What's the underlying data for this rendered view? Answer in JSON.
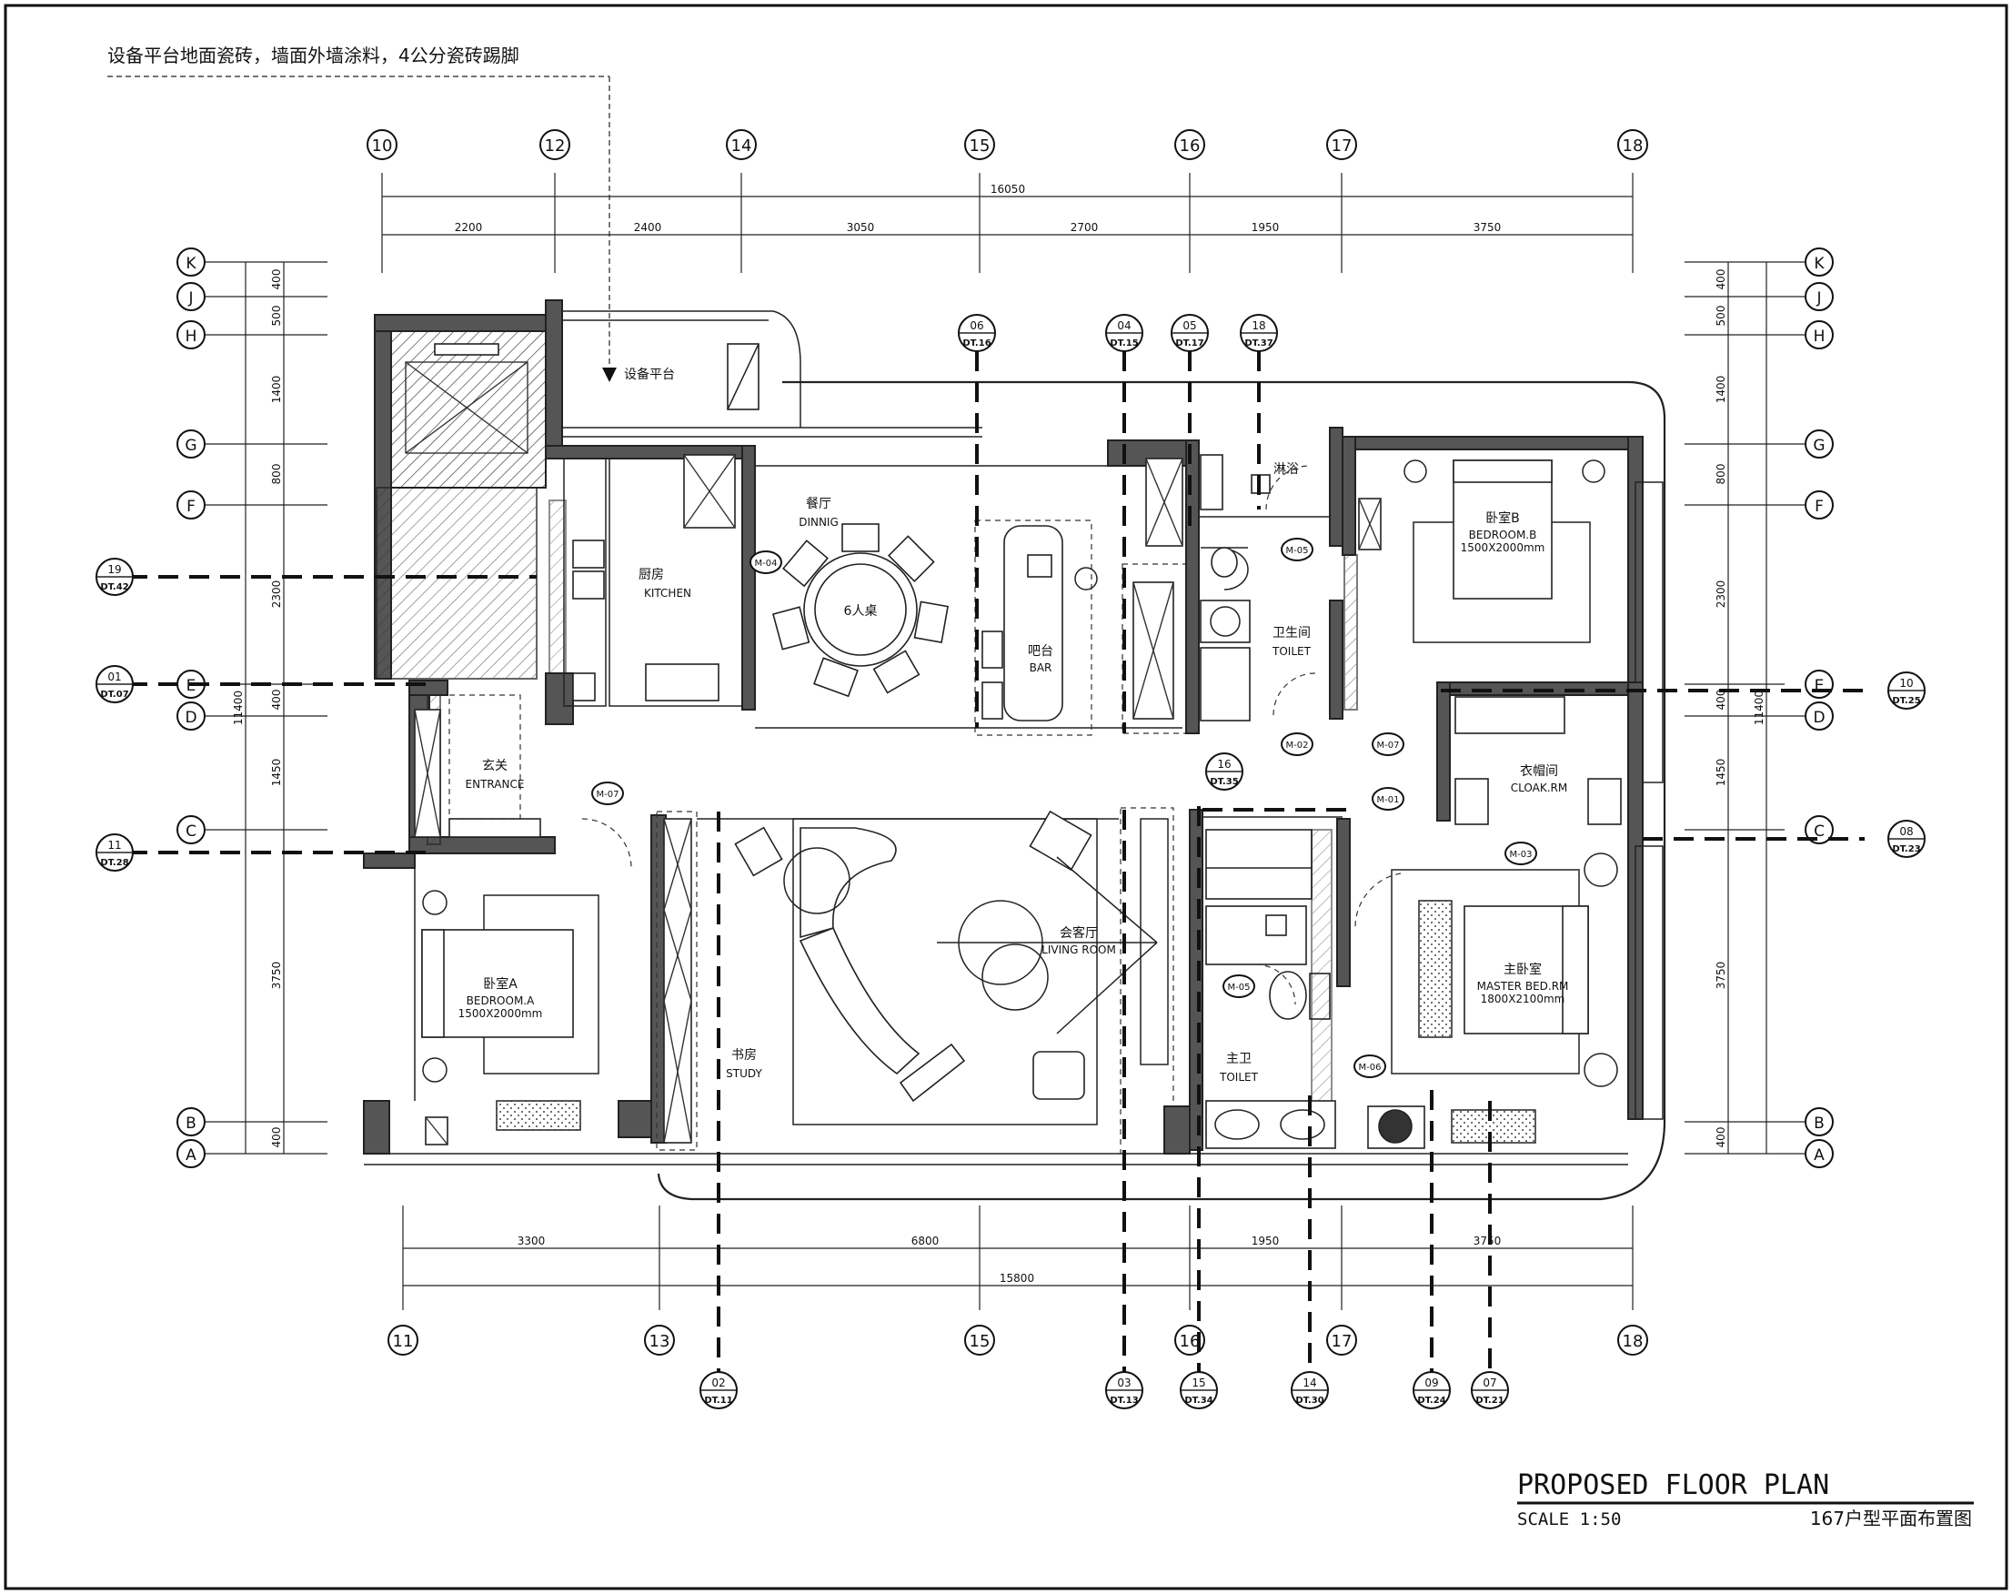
{
  "note": "设备平台地面瓷砖，墙面外墙涂料，4公分瓷砖踢脚",
  "title": {
    "main": "PROPOSED FLOOR PLAN",
    "scale": "SCALE 1:50",
    "cn": "167户型平面布置图"
  },
  "grid_top": [
    "10",
    "12",
    "14",
    "15",
    "16",
    "17",
    "18"
  ],
  "grid_bottom": [
    "11",
    "13",
    "15",
    "16",
    "17",
    "18"
  ],
  "grid_rows": [
    "K",
    "J",
    "H",
    "G",
    "F",
    "E",
    "D",
    "C",
    "B",
    "A"
  ],
  "dims_top_total": "16050",
  "dims_top": [
    "2200",
    "2400",
    "3050",
    "2700",
    "1950",
    "3750"
  ],
  "dims_bottom_total": "15800",
  "dims_bottom": [
    "3300",
    "6800",
    "1950",
    "3750"
  ],
  "dims_left_total": "11400",
  "dims_left": [
    "400",
    "500",
    "1400",
    "800",
    "2300",
    "400",
    "1450",
    "3750",
    "400"
  ],
  "dims_right_total": "11400",
  "dims_right": [
    "400",
    "500",
    "1400",
    "800",
    "2300",
    "400",
    "1450",
    "3750",
    "400"
  ],
  "sections_top": [
    {
      "num": "06",
      "ref": "DT.16"
    },
    {
      "num": "04",
      "ref": "DT.15"
    },
    {
      "num": "05",
      "ref": "DT.17"
    },
    {
      "num": "18",
      "ref": "DT.37"
    }
  ],
  "sections_left": [
    {
      "num": "19",
      "ref": "DT.42"
    },
    {
      "num": "01",
      "ref": "DT.07"
    },
    {
      "num": "11",
      "ref": "DT.28"
    }
  ],
  "sections_right": [
    {
      "num": "10",
      "ref": "DT.25"
    },
    {
      "num": "08",
      "ref": "DT.23"
    }
  ],
  "sections_bottom": [
    {
      "num": "02",
      "ref": "DT.11"
    },
    {
      "num": "03",
      "ref": "DT.13"
    },
    {
      "num": "15",
      "ref": "DT.34"
    },
    {
      "num": "14",
      "ref": "DT.30"
    },
    {
      "num": "09",
      "ref": "DT.24"
    },
    {
      "num": "07",
      "ref": "DT.21"
    }
  ],
  "section_mid": {
    "num": "16",
    "ref": "DT.35"
  },
  "rooms": {
    "platform": "设备平台",
    "kitchen_cn": "厨房",
    "kitchen_en": "KITCHEN",
    "dining_cn": "餐厅",
    "dining_en": "DINNIG",
    "table": "6人桌",
    "bar_cn": "吧台",
    "bar_en": "BAR",
    "shower": "淋浴",
    "toilet_cn": "卫生间",
    "toilet_en": "TOILET",
    "bedroom_b_cn": "卧室B",
    "bedroom_b_en": "BEDROOM.B",
    "bedroom_b_size": "1500X2000mm",
    "entrance_cn": "玄关",
    "entrance_en": "ENTRANCE",
    "cloak_cn": "衣帽间",
    "cloak_en": "CLOAK.RM",
    "living_cn": "会客厅",
    "living_en": "LIVING ROOM",
    "bedroom_a_cn": "卧室A",
    "bedroom_a_en": "BEDROOM.A",
    "bedroom_a_size": "1500X2000mm",
    "study_cn": "书房",
    "study_en": "STUDY",
    "master_bath_cn": "主卫",
    "master_bath_en": "TOILET",
    "master_cn": "主卧室",
    "master_en": "MASTER BED.RM",
    "master_size": "1800X2100mm"
  },
  "tags": {
    "m01": "M-01",
    "m02": "M-02",
    "m03": "M-03",
    "m04": "M-04",
    "m05a": "M-05",
    "m05b": "M-05",
    "m06": "M-06",
    "m07a": "M-07",
    "m07b": "M-07"
  }
}
